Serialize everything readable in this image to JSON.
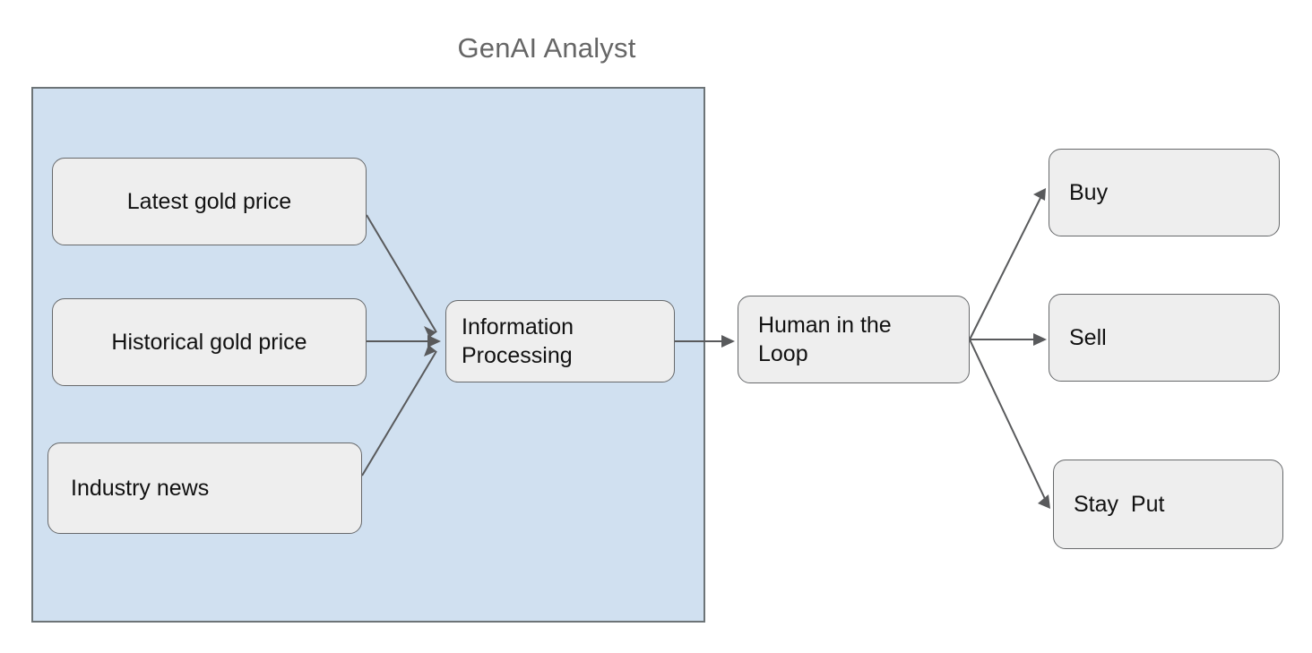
{
  "diagram": {
    "title": "GenAI Analyst",
    "type": "flowchart",
    "colors": {
      "group_fill": "#d0e0f0",
      "group_border": "#6d7477",
      "node_fill": "#eeeeee",
      "node_border": "#67696b",
      "edge_stroke": "#595a5c",
      "title_color": "#666666",
      "node_text": "#111111",
      "background": "#ffffff"
    },
    "group": {
      "label": "",
      "contains": [
        "Latest gold price",
        "Historical gold price",
        "Industry news",
        "Information Processing"
      ]
    },
    "nodes": [
      {
        "id": "latest",
        "label": "Latest gold price",
        "align": "center"
      },
      {
        "id": "historical",
        "label": "Historical gold price",
        "align": "center"
      },
      {
        "id": "industry",
        "label": "Industry news",
        "align": "left"
      },
      {
        "id": "infoproc",
        "label": "Information\nProcessing",
        "align": "left"
      },
      {
        "id": "human",
        "label": "Human in the\nLoop",
        "align": "left"
      },
      {
        "id": "buy",
        "label": "Buy",
        "align": "left"
      },
      {
        "id": "sell",
        "label": "Sell",
        "align": "left"
      },
      {
        "id": "stayput",
        "label": "Stay  Put",
        "align": "left"
      }
    ],
    "edges": [
      {
        "from": "latest",
        "to": "infoproc",
        "label": ""
      },
      {
        "from": "historical",
        "to": "infoproc",
        "label": ""
      },
      {
        "from": "industry",
        "to": "infoproc",
        "label": ""
      },
      {
        "from": "infoproc",
        "to": "human",
        "label": ""
      },
      {
        "from": "human",
        "to": "buy",
        "label": ""
      },
      {
        "from": "human",
        "to": "sell",
        "label": ""
      },
      {
        "from": "human",
        "to": "stayput",
        "label": ""
      }
    ]
  }
}
